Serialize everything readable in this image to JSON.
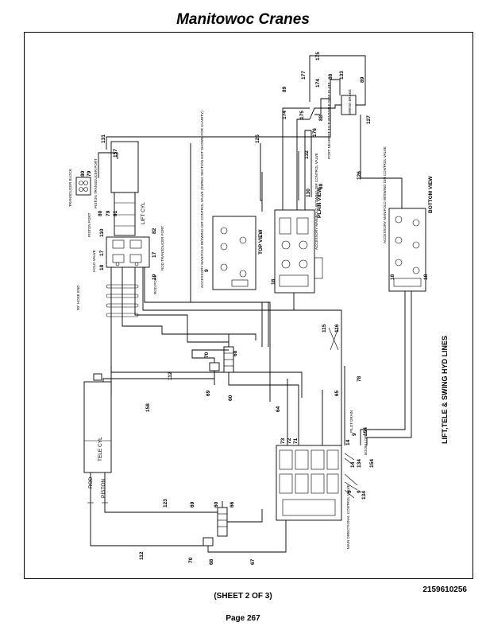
{
  "header": {
    "title": "Manitowoc Cranes"
  },
  "footer": {
    "doc_number": "2159610256",
    "sheet": "(SHEET 2 OF 3)",
    "page": "Page 267"
  },
  "diagram": {
    "main_title": "LIFT,TELE & SWING HYD LINES",
    "components": {
      "lift_cyl": "LIFT CYL",
      "tele_cyl": "TELE CYL",
      "rod": "ROD",
      "piston": "PISTON",
      "transducer_block": "TRANSDUCER BLOCK",
      "piston_transducer_port": "PISTON TRANSDUCER PORT",
      "rod_transducer_port": "ROD TRANSDUCER PORT",
      "piston_port": "PISTON PORT",
      "rod_port": "ROD PORT",
      "hold_valve": "HOLD VALVE",
      "hose_end": "90° HOSE END",
      "top_view": "TOP VIEW",
      "plain_view": "PLAIN VIEW",
      "bottom_view": "BOTTOM VIEW",
      "accessory_manifold_top": "ACCESSORY MANIFOLD W/SWING DIR CONTROL VALVE (SWING SECTION NOT SHOWN FOR CLARITY)",
      "accessory_manifold_plain": "ACCESSORY MANIFOLD W/SWING DIR CONTROL VALVE",
      "accessory_manifold_bottom": "ACCESSORY MANIFOLD W/SWING DIR CONTROL VALVE",
      "port_nearest": "PORT NEAREST TO TURNTABLE SIDE PLATE",
      "swing_brake": "SWING BRAKE",
      "main_valve": "MAIN DIRECTIONAL CONTROL VALVE",
      "pilot_drain": "PILOT DRAIN",
      "boom_lower": "BOOM LOWER"
    },
    "callouts": {
      "c131": "131",
      "c157": "157",
      "c80": "80",
      "c79": "79",
      "c81": "81",
      "c110": "110",
      "c82": "82",
      "c17": "17",
      "c18": "18",
      "c19": "19",
      "c112": "112",
      "c70": "70",
      "c68": "68",
      "c60": "60",
      "c69": "69",
      "c158": "158",
      "c65": "65",
      "c64": "64",
      "c78": "78",
      "c115": "115",
      "c116": "116",
      "c73": "73",
      "c72": "72",
      "c71": "71",
      "c14": "14",
      "c9": "9",
      "c154": "154",
      "c134": "134",
      "c123": "123",
      "c66": "66",
      "c67": "67",
      "c125": "125",
      "c126": "126",
      "c127": "127",
      "c130": "130",
      "c132": "132",
      "c174": "174",
      "c175": "175",
      "c176": "176",
      "c177": "177",
      "c88": "88",
      "c89": "89",
      "c133": "133"
    }
  }
}
